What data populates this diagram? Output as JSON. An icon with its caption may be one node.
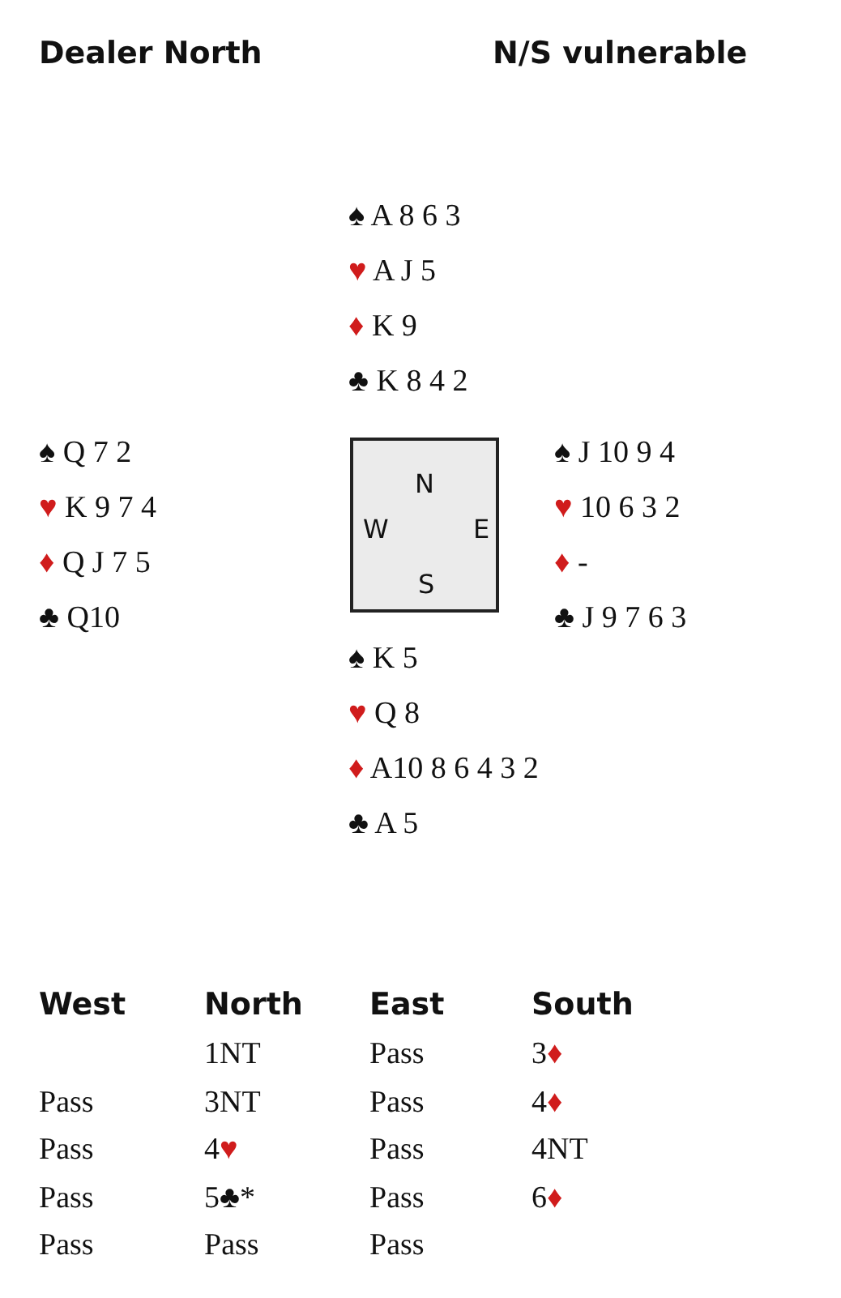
{
  "diagram": {
    "nodes": [
      {
        "text": [
          "N",
          "W",
          "E",
          "S"
        ]
      }
    ],
    "labels": [
      "Dealer North",
      "N/S vulnerable",
      "♠ A 8 6 3",
      "♥ A J 5",
      "♦ K 9",
      "♣ K 8 4 2",
      "♠ Q 7 2",
      "♥ K 9 7 4",
      "♦ Q J 7 5",
      "♣ Q10",
      "♠ J 10 9 4",
      "♥ 10 6 3 2",
      "♦ -",
      "♣ J 9 7 6 3",
      "♠ K 5",
      "♥ Q 8",
      "♦ A10 8 6 4 3 2",
      "♣ A 5",
      "West",
      "North",
      "East",
      "South",
      "1NT",
      "Pass",
      "3♦",
      "Pass",
      "3NT",
      "Pass",
      "4♦",
      "Pass",
      "4♥",
      "Pass",
      "4NT",
      "Pass",
      "5♣*",
      "Pass",
      "6♦",
      "Pass",
      "Pass",
      "Pass"
    ]
  }
}
